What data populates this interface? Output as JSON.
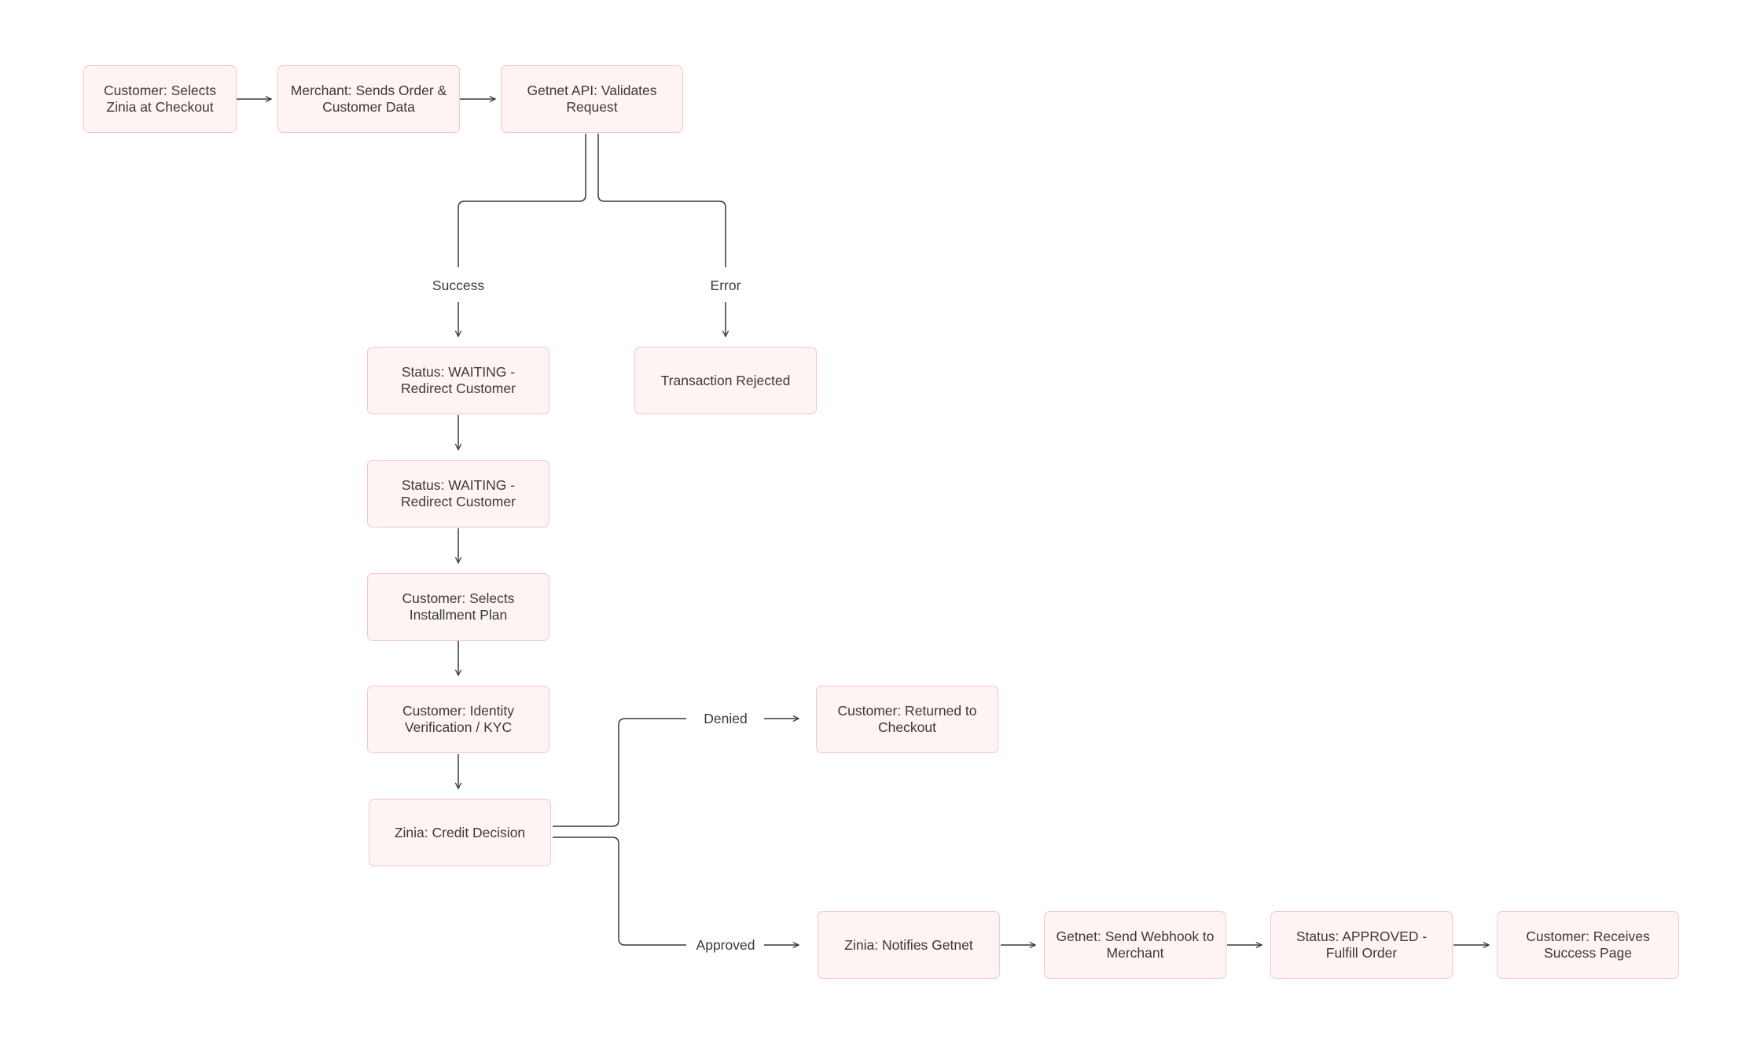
{
  "nodes": {
    "customer_selects_zinia": "Customer: Selects Zinia at Checkout",
    "merchant_sends_order": "Merchant: Sends Order & Customer Data",
    "getnet_validates": "Getnet API: Validates Request",
    "status_waiting_1": "Status: WAITING - Redirect Customer",
    "transaction_rejected": "Transaction Rejected",
    "status_waiting_2": "Status: WAITING - Redirect Customer",
    "customer_selects_plan": "Customer: Selects Installment Plan",
    "customer_kyc": "Customer: Identity Verification / KYC",
    "credit_decision": "Zinia: Credit Decision",
    "customer_returned": "Customer: Returned to Checkout",
    "zinia_notifies": "Zinia: Notifies Getnet",
    "getnet_webhook": "Getnet: Send Webhook to Merchant",
    "status_approved": "Status: APPROVED - Fulfill Order",
    "customer_success": "Customer: Receives Success Page"
  },
  "edge_labels": {
    "success": "Success",
    "error": "Error",
    "denied": "Denied",
    "approved": "Approved"
  },
  "colors": {
    "node_fill": "#fef4f4",
    "node_border": "#f6c6c9",
    "edge": "#3a3a3a",
    "text": "#3a3a3a"
  }
}
